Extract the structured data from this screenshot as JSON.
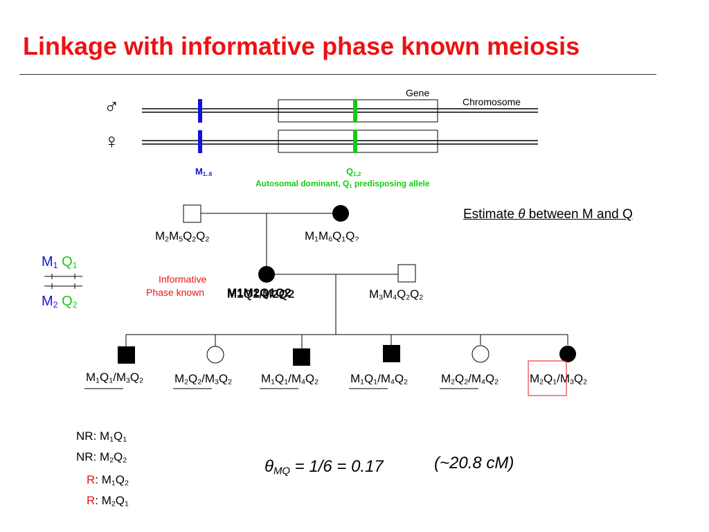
{
  "title": "Linkage with informative phase known meiosis",
  "labels": {
    "gene": "Gene",
    "chromosome": "Chromosome",
    "male_symbol": "♂",
    "female_symbol": "♀",
    "marker": "M",
    "marker_sub": "1..6",
    "gene_q": "Q",
    "gene_q_sub": "1,2",
    "mode": "Autosomal dominant, Q",
    "mode_sub": "1",
    "mode_tail": " predisposing allele",
    "estimate_pre": "Estimate ",
    "estimate_theta": "θ",
    "estimate_post": " between M and Q",
    "informative": "Informative",
    "phase_known": "Phase known"
  },
  "haplotype_legend": {
    "m1": "M",
    "m1_sub": "1",
    "q1": "Q",
    "q1_sub": "1",
    "m2": "M",
    "m2_sub": "2",
    "q2": "Q",
    "q2_sub": "2"
  },
  "genotypes": {
    "gp_father": [
      "M",
      "2",
      "M",
      "5",
      "Q",
      "2",
      "Q",
      "2"
    ],
    "gp_mother": [
      "M",
      "1",
      "M",
      "6",
      "Q",
      "1",
      "Q",
      "?"
    ],
    "spouse": [
      "M",
      "3",
      "M",
      "4",
      "Q",
      "2",
      "Q",
      "2"
    ],
    "parent_a": "M1M2Q1Q2",
    "parent_b": "M1Q1/M2Q2"
  },
  "children": [
    {
      "a": [
        "M",
        "1",
        "Q",
        "1"
      ],
      "b": [
        "M",
        "3",
        "Q",
        "2"
      ],
      "affected": true
    },
    {
      "a": [
        "M",
        "2",
        "Q",
        "2"
      ],
      "b": [
        "M",
        "3",
        "Q",
        "2"
      ],
      "affected": false
    },
    {
      "a": [
        "M",
        "1",
        "Q",
        "1"
      ],
      "b": [
        "M",
        "4",
        "Q",
        "2"
      ],
      "affected": true
    },
    {
      "a": [
        "M",
        "1",
        "Q",
        "1"
      ],
      "b": [
        "M",
        "4",
        "Q",
        "2"
      ],
      "affected": true
    },
    {
      "a": [
        "M",
        "2",
        "Q",
        "2"
      ],
      "b": [
        "M",
        "4",
        "Q",
        "2"
      ],
      "affected": false
    },
    {
      "a": [
        "M",
        "2",
        "Q",
        "1"
      ],
      "b": [
        "M",
        "3",
        "Q",
        "2"
      ],
      "affected": true,
      "highlighted": true
    }
  ],
  "recombination": [
    {
      "type": "NR",
      "m": "M",
      "m_sub": "1",
      "q": "Q",
      "q_sub": "1"
    },
    {
      "type": "NR",
      "m": "M",
      "m_sub": "2",
      "q": "Q",
      "q_sub": "2"
    },
    {
      "type": "R",
      "m": "M",
      "m_sub": "1",
      "q": "Q",
      "q_sub": "2"
    },
    {
      "type": "R",
      "m": "M",
      "m_sub": "2",
      "q": "Q",
      "q_sub": "1"
    }
  ],
  "result": {
    "theta": "θ",
    "theta_sub": "MQ",
    "equation": " = 1/6 = 0.17",
    "cm": "(~20.8 cM)"
  }
}
